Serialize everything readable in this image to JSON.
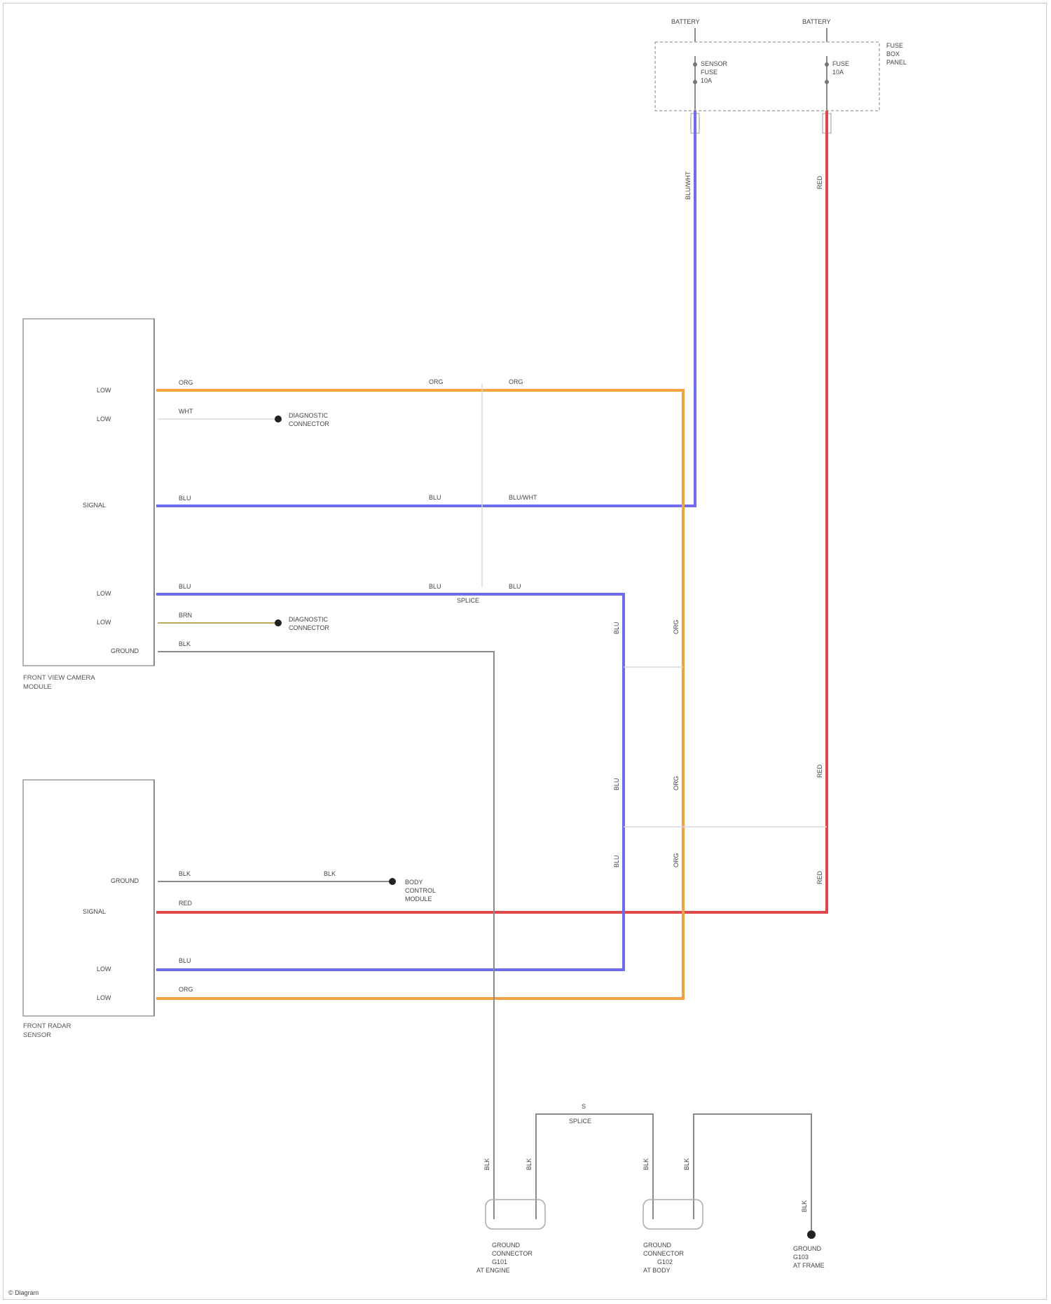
{
  "diagram": {
    "colors": {
      "orange_wire": "#f5a142",
      "blue_wire": "#6d6cf0",
      "red_wire": "#e0474a",
      "gray_wire": "#8a8a8a",
      "olive_wire": "#b9ad5a"
    },
    "fuse_box": {
      "feed_left": "BATTERY",
      "feed_right": "BATTERY",
      "fuse_left": [
        "SENSOR",
        "FUSE",
        "10A"
      ],
      "fuse_right": [
        "FUSE",
        "10A"
      ],
      "label": [
        "FUSE",
        "BOX",
        "PANEL"
      ]
    },
    "upper_module": {
      "pins": [
        "LOW",
        "LOW",
        "SIGNAL",
        "LOW",
        "LOW",
        "GROUND"
      ],
      "name": [
        "FRONT VIEW CAMERA",
        "MODULE"
      ],
      "wire_labels": [
        "ORG",
        "WHT",
        "BLU",
        "BLU",
        "BRN",
        "BLK"
      ]
    },
    "lower_module": {
      "pins": [
        "GROUND",
        "SIGNAL",
        "LOW",
        "LOW"
      ],
      "name": [
        "FRONT RADAR",
        "SENSOR"
      ],
      "wire_labels": [
        "BLK",
        "RED",
        "BLU",
        "ORG"
      ]
    },
    "connector_labels": {
      "upper_orange": "ORG",
      "upper_orange_right": "ORG",
      "upper_blue": "BLU",
      "upper_blue_right": "BLU/WHT",
      "upper_blue2": "BLU",
      "upper_blue2_right": "BLU",
      "splice": "SPLICE",
      "ref_white": [
        "DIAGNOSTIC",
        "CONNECTOR"
      ],
      "ref_brown": [
        "DIAGNOSTIC",
        "CONNECTOR"
      ],
      "ref_lower": [
        "BODY",
        "CONTROL",
        "MODULE"
      ],
      "lower_black": "BLK"
    },
    "vertical_labels": {
      "blue_top": "BLU/WHT",
      "red_top": "RED",
      "red_mid": "RED",
      "red_low": "RED",
      "blue_mid": "BLU",
      "orange_mid": "ORG",
      "blue_low1": "BLU",
      "orange_low1": "ORG",
      "blue_low2": "BLU",
      "orange_low2": "ORG"
    },
    "grounds": {
      "wire_labels": [
        "BLK",
        "BLK",
        "BLK",
        "BLK",
        "BLK"
      ],
      "splice_label": "SPLICE",
      "g1_name": [
        "GROUND",
        "CONNECTOR",
        "G101",
        "AT ENGINE"
      ],
      "g2_name": [
        "GROUND",
        "CONNECTOR",
        "G102",
        "AT BODY"
      ],
      "g3_name": [
        "GROUND",
        "G103",
        "AT FRAME"
      ]
    },
    "footer": "© Diagram"
  }
}
